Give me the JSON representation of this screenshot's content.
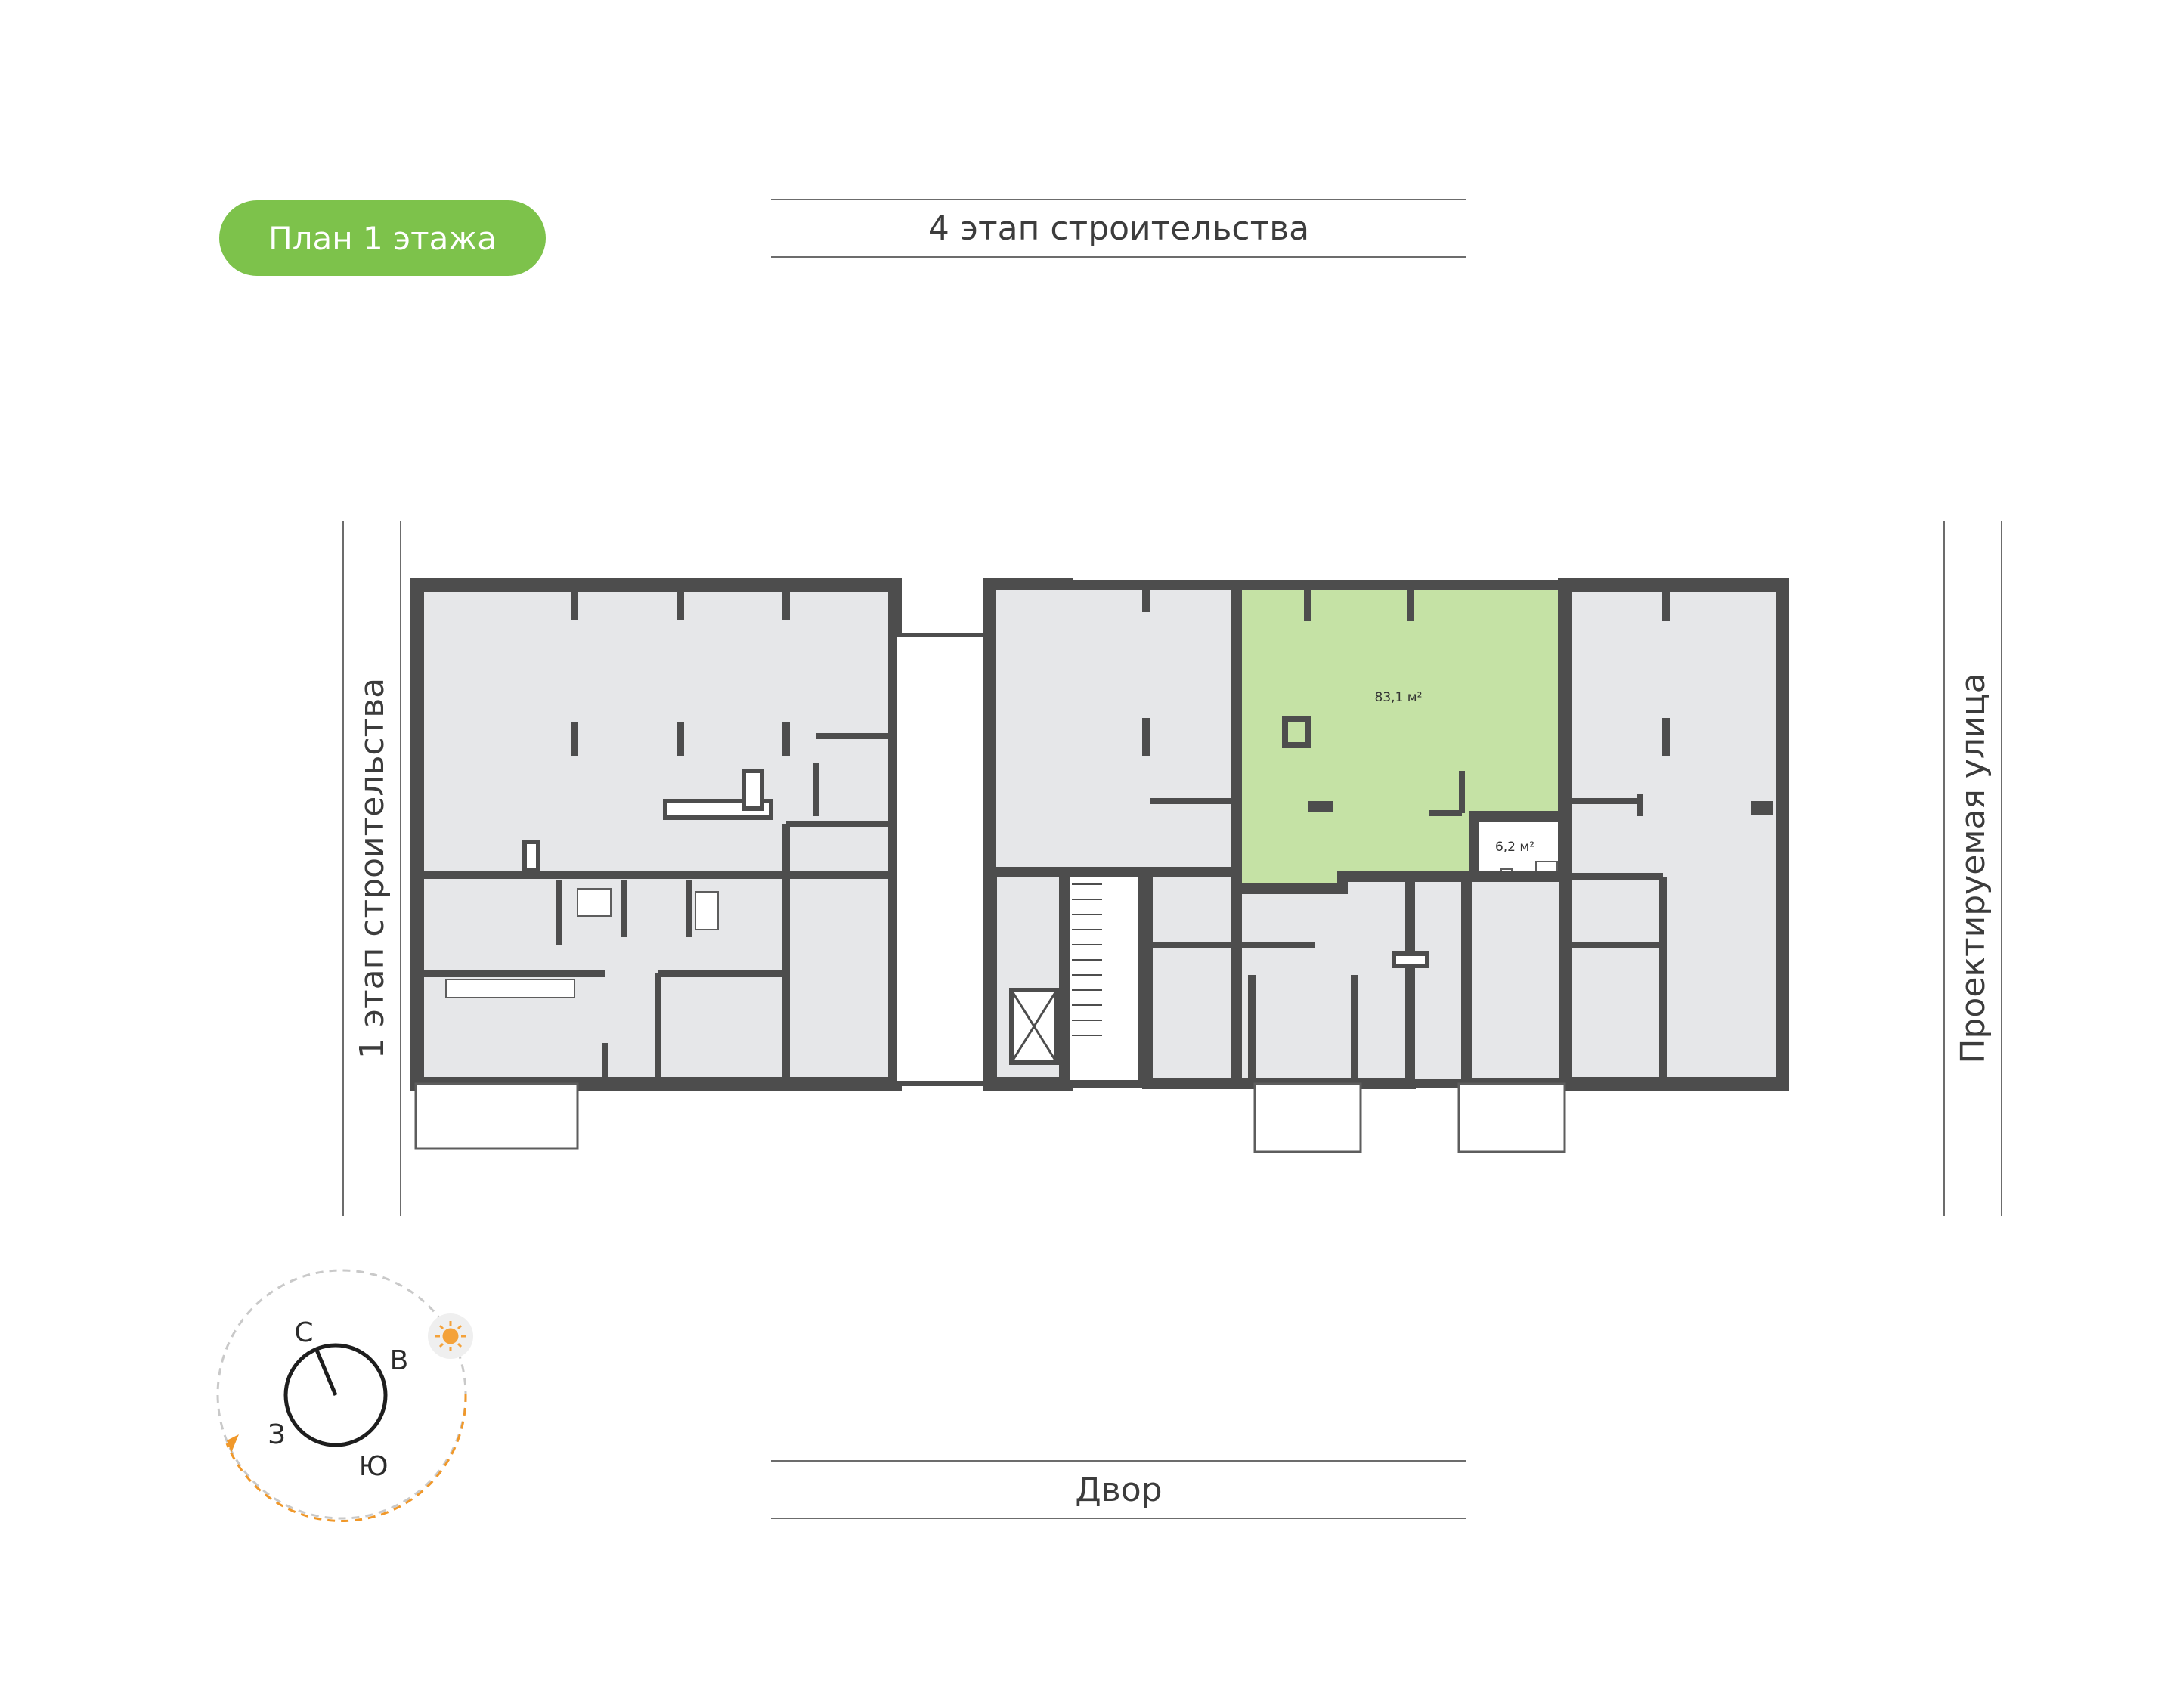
{
  "floor_badge": "План 1 этажа",
  "streets": {
    "top": "4 этап строительства",
    "bottom": "Двор",
    "left": "1 этап строительства",
    "right": "Проектируемая улица"
  },
  "apartment": {
    "main_area": "83,1 м²",
    "bath_area": "6,2 м²"
  },
  "compass": {
    "north": "С",
    "east": "В",
    "south": "Ю",
    "west": "З"
  },
  "colors": {
    "badge": "#7dc24b",
    "highlight_fill": "#c5e2a5",
    "room_fill": "#e6e7e9",
    "wall": "#4d4d4d",
    "sun_path": "#f0982a",
    "sun": "#f4a23a"
  },
  "icons": {
    "sun": "sun-icon",
    "compass": "compass-icon"
  }
}
